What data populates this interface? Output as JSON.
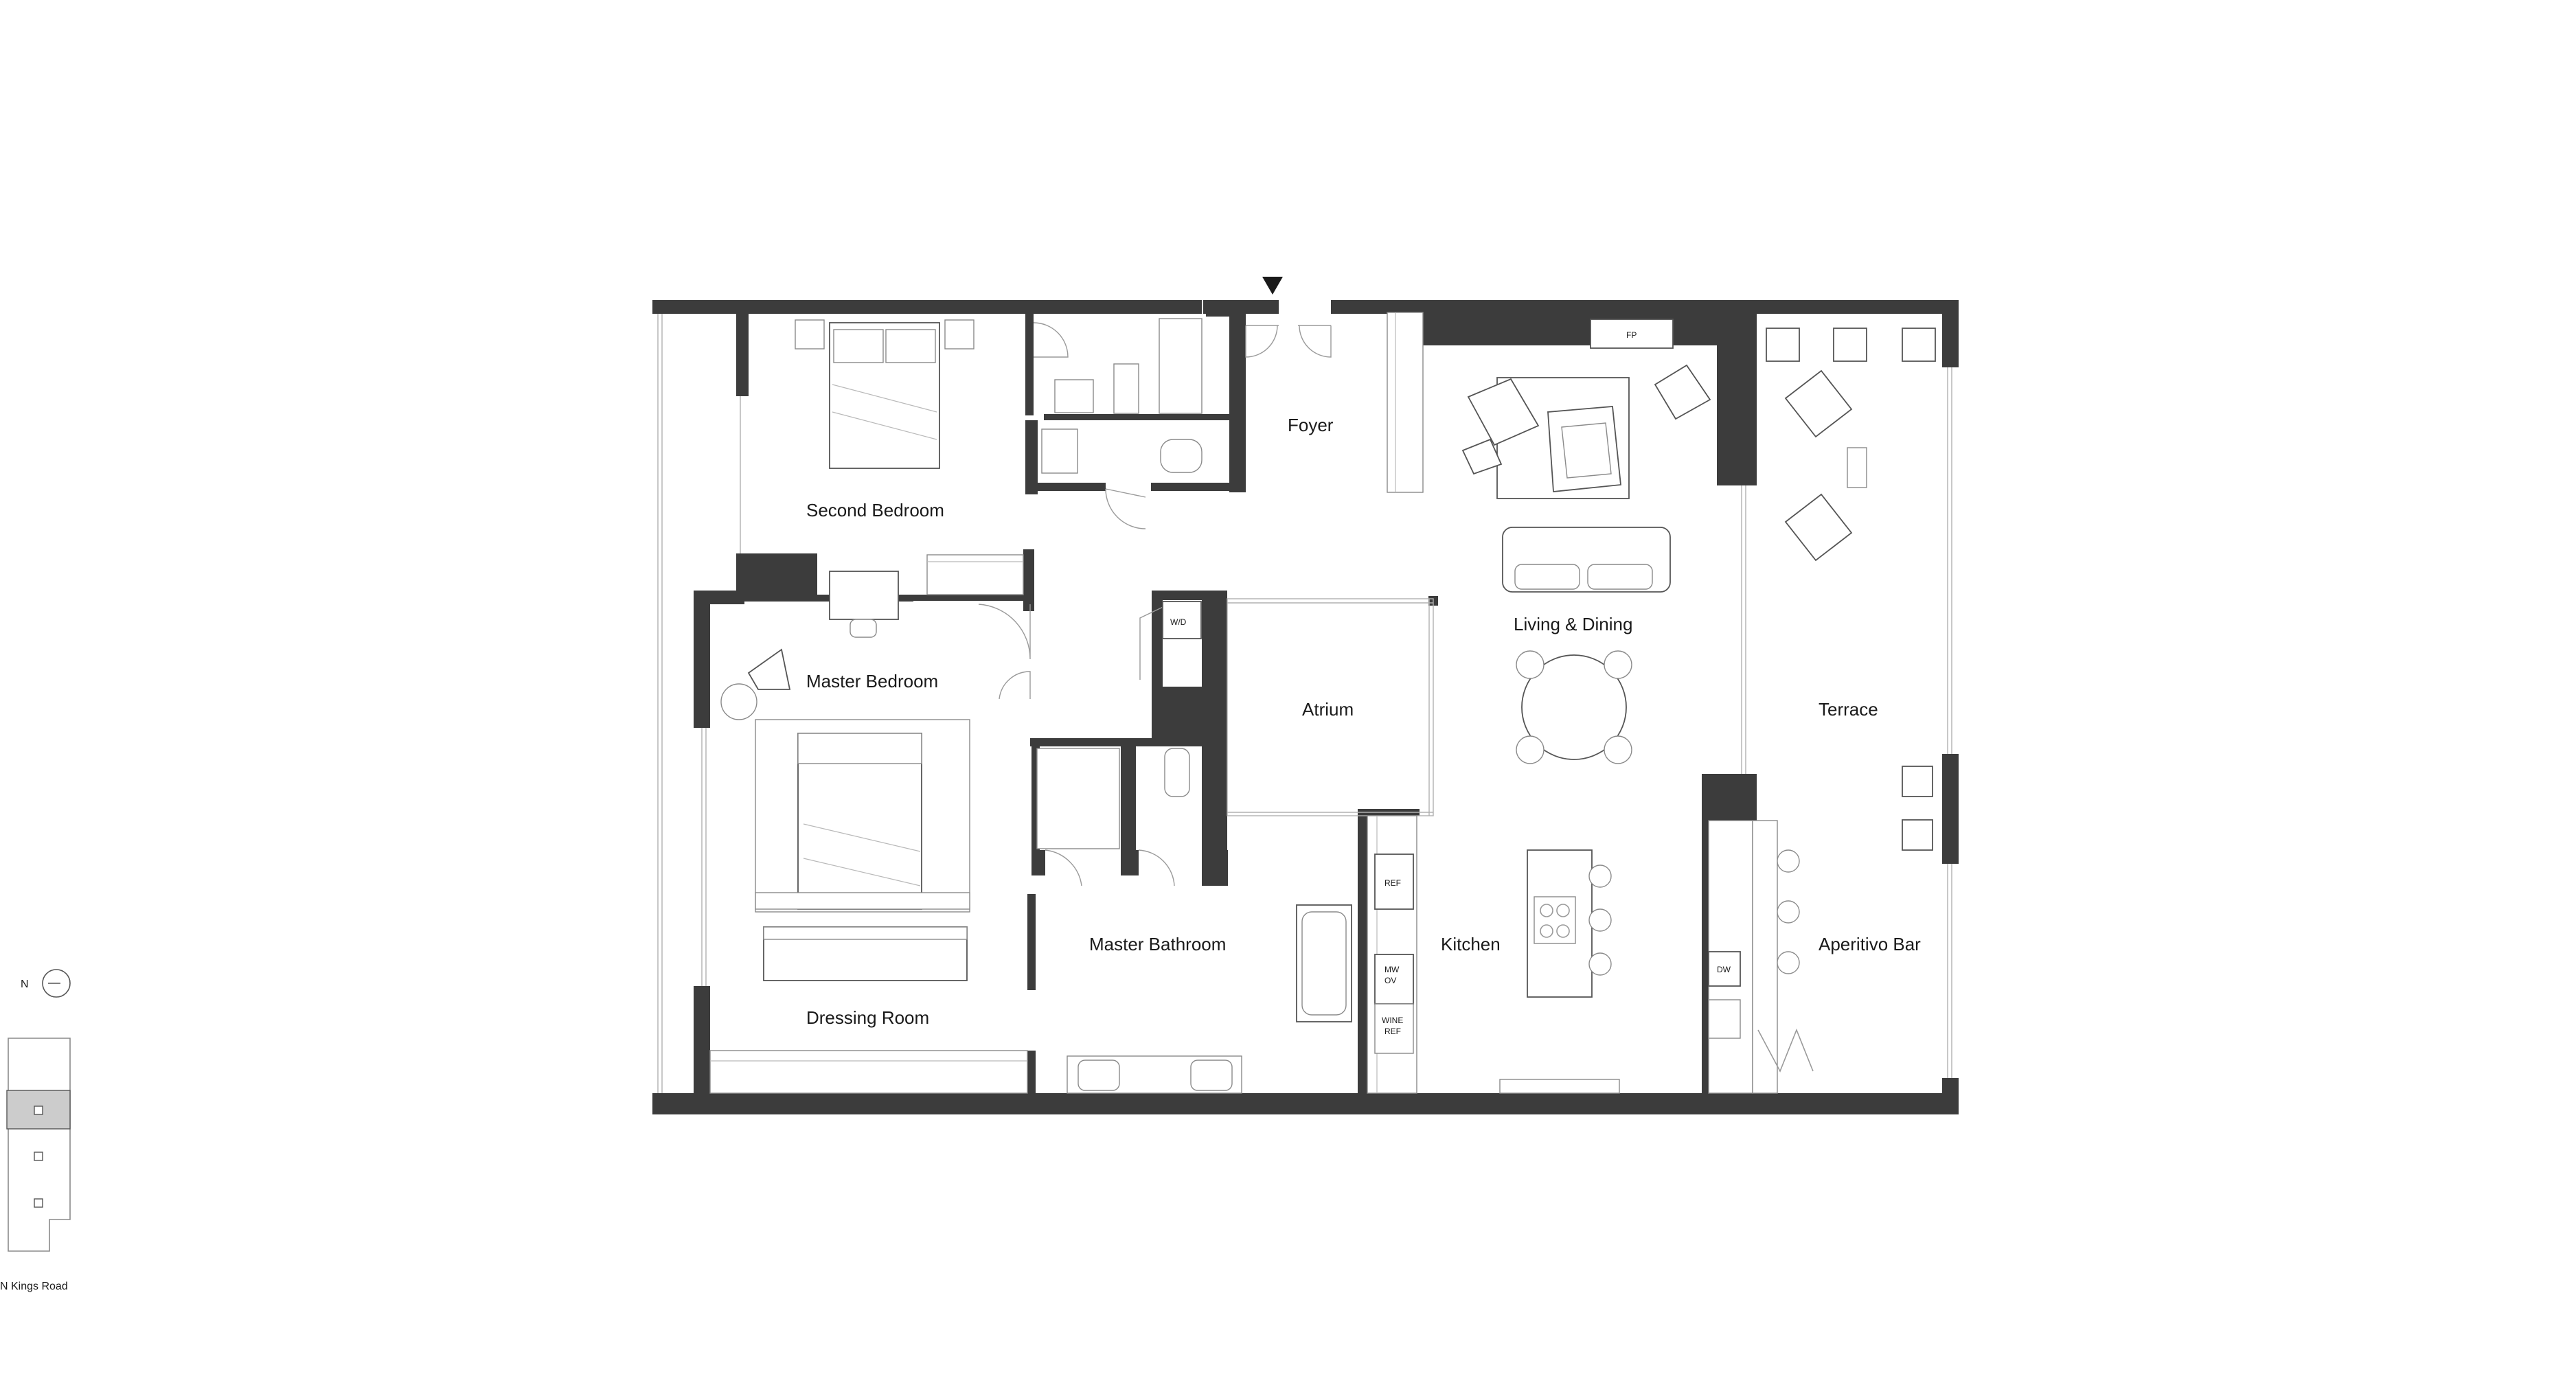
{
  "rooms": {
    "second_bedroom": "Second Bedroom",
    "foyer": "Foyer",
    "living_dining": "Living & Dining",
    "terrace": "Terrace",
    "master_bedroom": "Master Bedroom",
    "atrium": "Atrium",
    "master_bathroom": "Master Bathroom",
    "kitchen": "Kitchen",
    "aperitivo_bar": "Aperitivo Bar",
    "dressing_room": "Dressing Room"
  },
  "appliances": {
    "fireplace": "FP",
    "washer_dryer": "W/D",
    "refrigerator": "REF",
    "microwave_oven_line1": "MW",
    "microwave_oven_line2": "OV",
    "wine_ref_line1": "WINE",
    "wine_ref_line2": "REF",
    "dishwasher": "DW"
  },
  "key_plan": {
    "north_label": "N",
    "street_label": "N Kings Road",
    "highlighted_floor": 1
  },
  "icons": {
    "entry": "entry-arrow-icon",
    "north": "north-arrow-icon"
  },
  "colors": {
    "wall": "#3c3c3c",
    "highlight": "#cccccc",
    "line": "#9a9a9a"
  }
}
